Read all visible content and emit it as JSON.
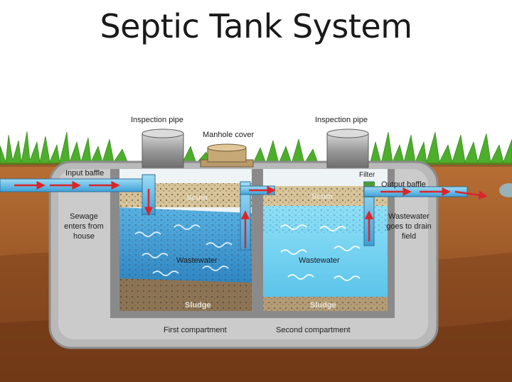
{
  "title": "Septic Tank System",
  "labels": {
    "inspection_pipe_left": "Inspection pipe",
    "inspection_pipe_right": "Inspection pipe",
    "manhole_cover": "Manhole cover",
    "input_baffle": "Input baffle",
    "output_baffle": "Output baffle",
    "filter": "Filter",
    "sewage_enters": "Sewage enters from house",
    "wastewater_goes": "Wastewater goes to drain field",
    "scum_left": "Scum",
    "scum_right": "Scum",
    "wastewater_left": "Wastewater",
    "wastewater_right": "Wastewater",
    "sludge_left": "Sludge",
    "sludge_right": "Sludge",
    "first_compartment": "First compartment",
    "second_compartment": "Second compartment"
  },
  "colors": {
    "soil_light": "#b0672e",
    "soil_dark": "#8a4a20",
    "grass": "#4cae2a",
    "tank_wall": "#b9b9b9",
    "water_left": "#4fa6d9",
    "water_right": "#7fd6f2",
    "scum": "#d8c49a",
    "sludge": "#8c7455",
    "flow_arrow": "#d9262b"
  }
}
